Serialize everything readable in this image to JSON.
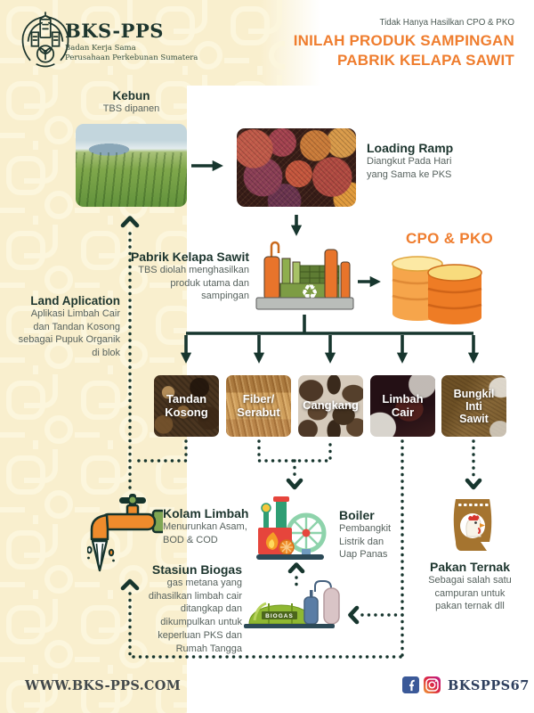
{
  "colors": {
    "accent_orange": "#EF7D2E",
    "flow_dark_teal": "#17362E",
    "cream_panel": "#F9EFCE",
    "heading_text": "#1D352E",
    "body_text": "#57625E"
  },
  "icons": {
    "recycle": "♻"
  },
  "header": {
    "logo_title": "BKS-PPS",
    "logo_sub1": "Badan Kerja Sama",
    "logo_sub2": "Perusahaan Perkebunan Sumatera",
    "tagline": "Tidak Hanya Hasilkan CPO & PKO",
    "title1": "INILAH PRODUK SAMPINGAN",
    "title2": "PABRIK KELAPA SAWIT"
  },
  "nodes": {
    "kebun": {
      "title": "Kebun",
      "line1": "TBS dipanen"
    },
    "loading_ramp": {
      "title": "Loading Ramp",
      "line1": "Diangkut Pada Hari",
      "line2": "yang Sama ke PKS"
    },
    "pabrik": {
      "title": "Pabrik Kelapa Sawit",
      "line1": "TBS diolah menghasilkan",
      "line2": "produk utama dan",
      "line3": "sampingan"
    },
    "cpo_pko": {
      "title": "CPO & PKO"
    },
    "land_application": {
      "title": "Land Aplication",
      "line1": "Aplikasi Limbah Cair",
      "line2": "dan Tandan Kosong",
      "line3": "sebagai Pupuk Organik",
      "line4": "di blok"
    },
    "kolam_limbah": {
      "title": "Kolam Limbah",
      "line1": "Menurunkan Asam,",
      "line2": "BOD & COD"
    },
    "stasiun_biogas": {
      "title": "Stasiun Biogas",
      "line1": "gas metana yang",
      "line2": "dihasilkan limbah cair",
      "line3": "ditangkap dan",
      "line4": "dikumpulkan untuk",
      "line5": "keperluan PKS dan",
      "line6": "Rumah Tangga"
    },
    "boiler": {
      "title": "Boiler",
      "line1": "Pembangkit",
      "line2": "Listrik dan",
      "line3": "Uap Panas"
    },
    "pakan_ternak": {
      "title": "Pakan Ternak",
      "line1": "Sebagai salah satu",
      "line2": "campuran untuk",
      "line3": "pakan ternak dll"
    },
    "biogas_tank_label": "BIOGAS"
  },
  "byproducts": [
    {
      "name": "tandan-kosong",
      "lines": [
        "Tandan",
        "Kosong"
      ]
    },
    {
      "name": "fiber-serabut",
      "lines": [
        "Fiber/",
        "Serabut"
      ]
    },
    {
      "name": "cangkang",
      "lines": [
        "Cangkang"
      ]
    },
    {
      "name": "limbah-cair",
      "lines": [
        "Limbah",
        "Cair"
      ]
    },
    {
      "name": "bungkil-inti-sawit",
      "lines": [
        "Bungkil",
        "Inti",
        "Sawit"
      ]
    }
  ],
  "footer": {
    "website": "WWW.BKS-PPS.COM",
    "social": "BKSPPS67"
  }
}
